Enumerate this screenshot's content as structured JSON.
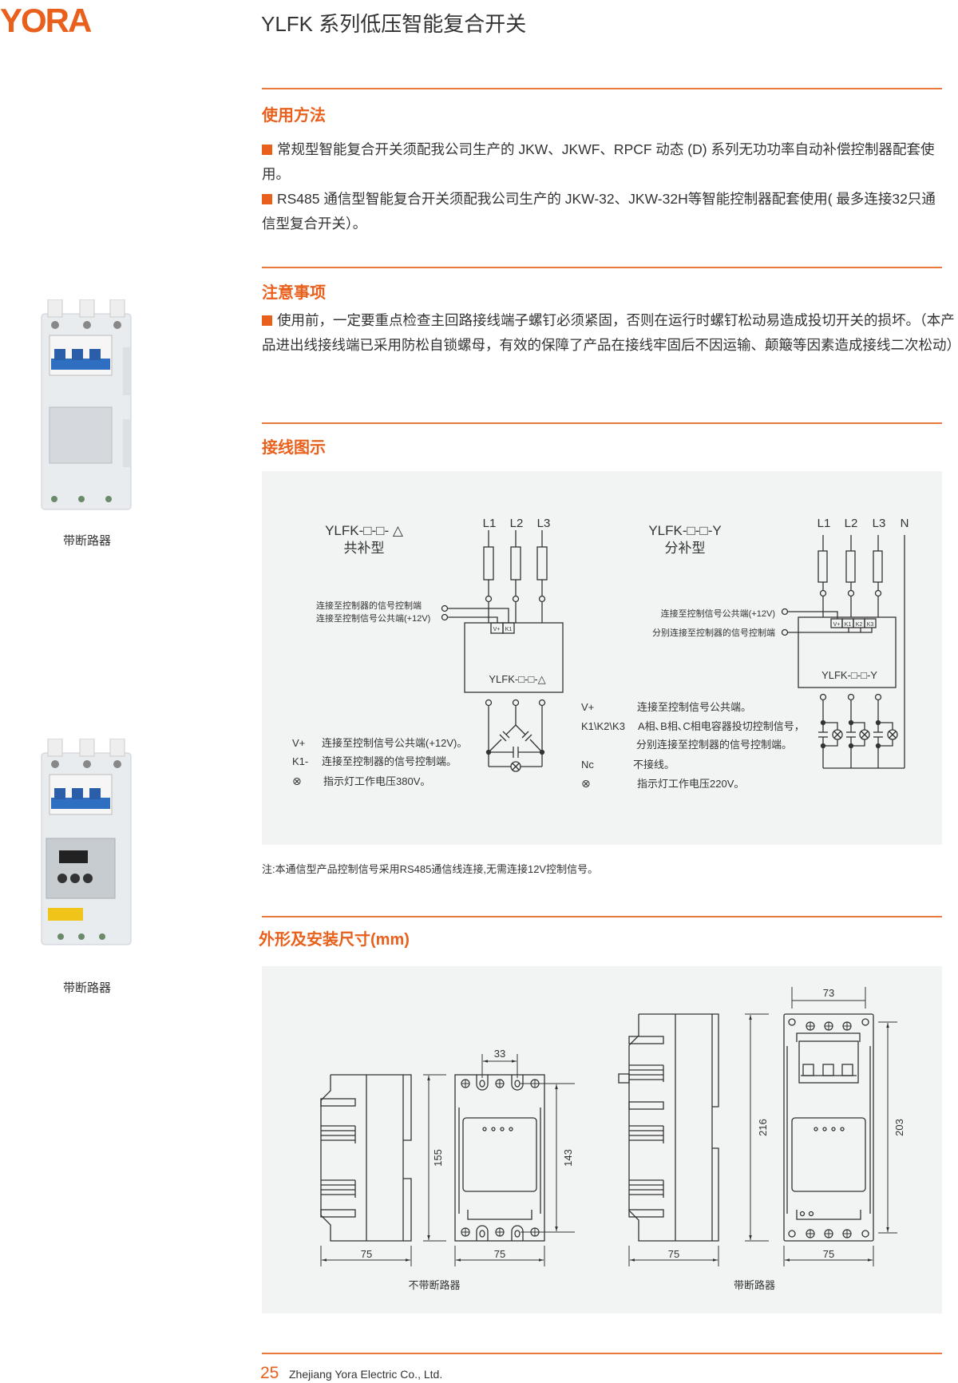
{
  "header": {
    "logo": "YORA",
    "title": "YLFK 系列低压智能复合开关"
  },
  "usage": {
    "heading": "使用方法",
    "items": [
      "常规型智能复合开关须配我公司生产的 JKW、JKWF、RPCF 动态 (D) 系列无功功率自动补偿控制器配套使用。",
      "RS485 通信型智能复合开关须配我公司生产的 JKW-32、JKW-32H等智能控制器配套使用( 最多连接32只通信型复合开关）。"
    ]
  },
  "caution": {
    "heading": "注意事项",
    "items": [
      "使用前，一定要重点检查主回路接线端子螺钉必须紧固，否则在运行时螺钉松动易造成投切开关的损坏。（本产品进出线接线端已采用防松自锁螺母，有效的保障了产品在接线牢固后不因运输、颠簸等因素造成接线二次松动）"
    ]
  },
  "wiring": {
    "heading": "接线图示",
    "delta": {
      "model": "YLFK-□-□- △",
      "type": "共补型",
      "lines": [
        "L1",
        "L2",
        "L3"
      ],
      "signal_ctrl": "连接至控制器的信号控制端",
      "signal_common": "连接至控制信号公共端(+12V)",
      "terminals": [
        "V+",
        "K1"
      ],
      "box_label": "YLFK-□-□-△",
      "legend": [
        {
          "key": "V+",
          "text": "连接至控制信号公共端(+12V)。"
        },
        {
          "key": "K1-",
          "text": "连接至控制器的信号控制端。"
        },
        {
          "key": "⊗",
          "text": "指示灯工作电压380V。"
        }
      ]
    },
    "star": {
      "model": "YLFK-□-□-Y",
      "type": "分补型",
      "lines": [
        "L1",
        "L2",
        "L3",
        "N"
      ],
      "signal_common": "连接至控制信号公共端(+12V)",
      "signal_ctrl": "分别连接至控制器的信号控制端",
      "terminals": [
        "V+",
        "K1",
        "K2",
        "K3"
      ],
      "box_label": "YLFK-□-□-Y",
      "legend": [
        {
          "key": "V+",
          "text": "连接至控制信号公共端。"
        },
        {
          "key": "K1\\K2\\K3",
          "text": "A相､B相､C相电容器投切控制信号，",
          "text2": "分别连接至控制器的信号控制端。"
        },
        {
          "key": "Nc",
          "text": "不接线。"
        },
        {
          "key": "⊗",
          "text": "指示灯工作电压220V。"
        }
      ]
    },
    "note": "注:本通信型产品控制信号采用RS485通信线连接,无需连接12V控制信号。"
  },
  "dimensions": {
    "heading": "外形及安装尺寸(mm)",
    "without_breaker": {
      "caption": "不带断路器",
      "side_width": "75",
      "front_width": "75",
      "height": "155",
      "mount_height": "143",
      "mount_spacing": "33"
    },
    "with_breaker": {
      "caption": "带断路器",
      "side_width": "75",
      "front_width": "75",
      "height": "216",
      "mount_height": "203",
      "top_width": "73"
    }
  },
  "products": [
    {
      "caption": "带断路器"
    },
    {
      "caption": "带断路器"
    }
  ],
  "footer": {
    "page": "25",
    "company": "Zhejiang Yora Electric Co., Ltd."
  },
  "colors": {
    "accent": "#e8601c",
    "panel": "#f2f3f3"
  }
}
